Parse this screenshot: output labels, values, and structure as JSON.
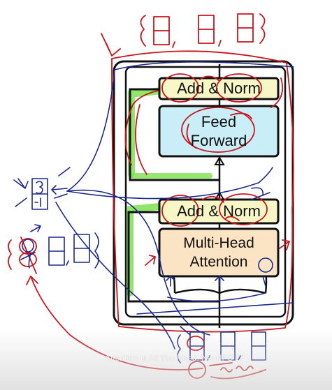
{
  "diagram": {
    "add_norm_top": "Add & Norm",
    "feed_forward_line1": "Feed",
    "feed_forward_line2": "Forward",
    "add_norm_bottom": "Add & Norm",
    "mha_line1": "Multi-Head",
    "mha_line2": "Attention"
  },
  "footer": {
    "citation": "Attention Is All You Need, NeurIPS'17"
  },
  "colors": {
    "add_norm_fill": "#f7f6c6",
    "feed_forward_fill": "#c9eef7",
    "attention_fill": "#fbe4c3",
    "residual_green": "#7ee04f",
    "ink_red": "#c8161d",
    "ink_blue": "#1b2a8c",
    "outline": "#111111"
  }
}
